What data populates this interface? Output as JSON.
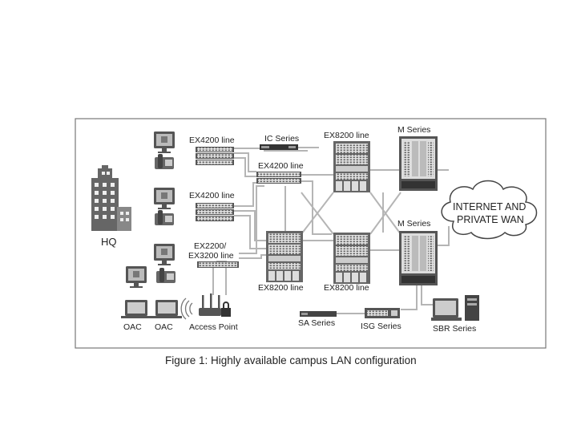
{
  "labels": {
    "ex4200_top": "EX4200 line",
    "ex4200_mid": "EX4200 line",
    "ex4200_center": "EX4200 line",
    "ex2200_line1": "EX2200/",
    "ex2200_line2": "EX3200 line",
    "ic_series": "IC Series",
    "ex8200_top": "EX8200 line",
    "ex8200_bl": "EX8200 line",
    "ex8200_br": "EX8200 line",
    "m_series_top": "M Series",
    "m_series_bottom": "M Series",
    "hq": "HQ",
    "oac_1": "OAC",
    "oac_2": "OAC",
    "access_point": "Access Point",
    "sa_series": "SA Series",
    "isg_series": "ISG Series",
    "sbr_series": "SBR Series",
    "cloud_line1": "INTERNET AND",
    "cloud_line2": "PRIVATE WAN"
  },
  "caption": "Figure 1:  Highly available campus LAN configuration"
}
